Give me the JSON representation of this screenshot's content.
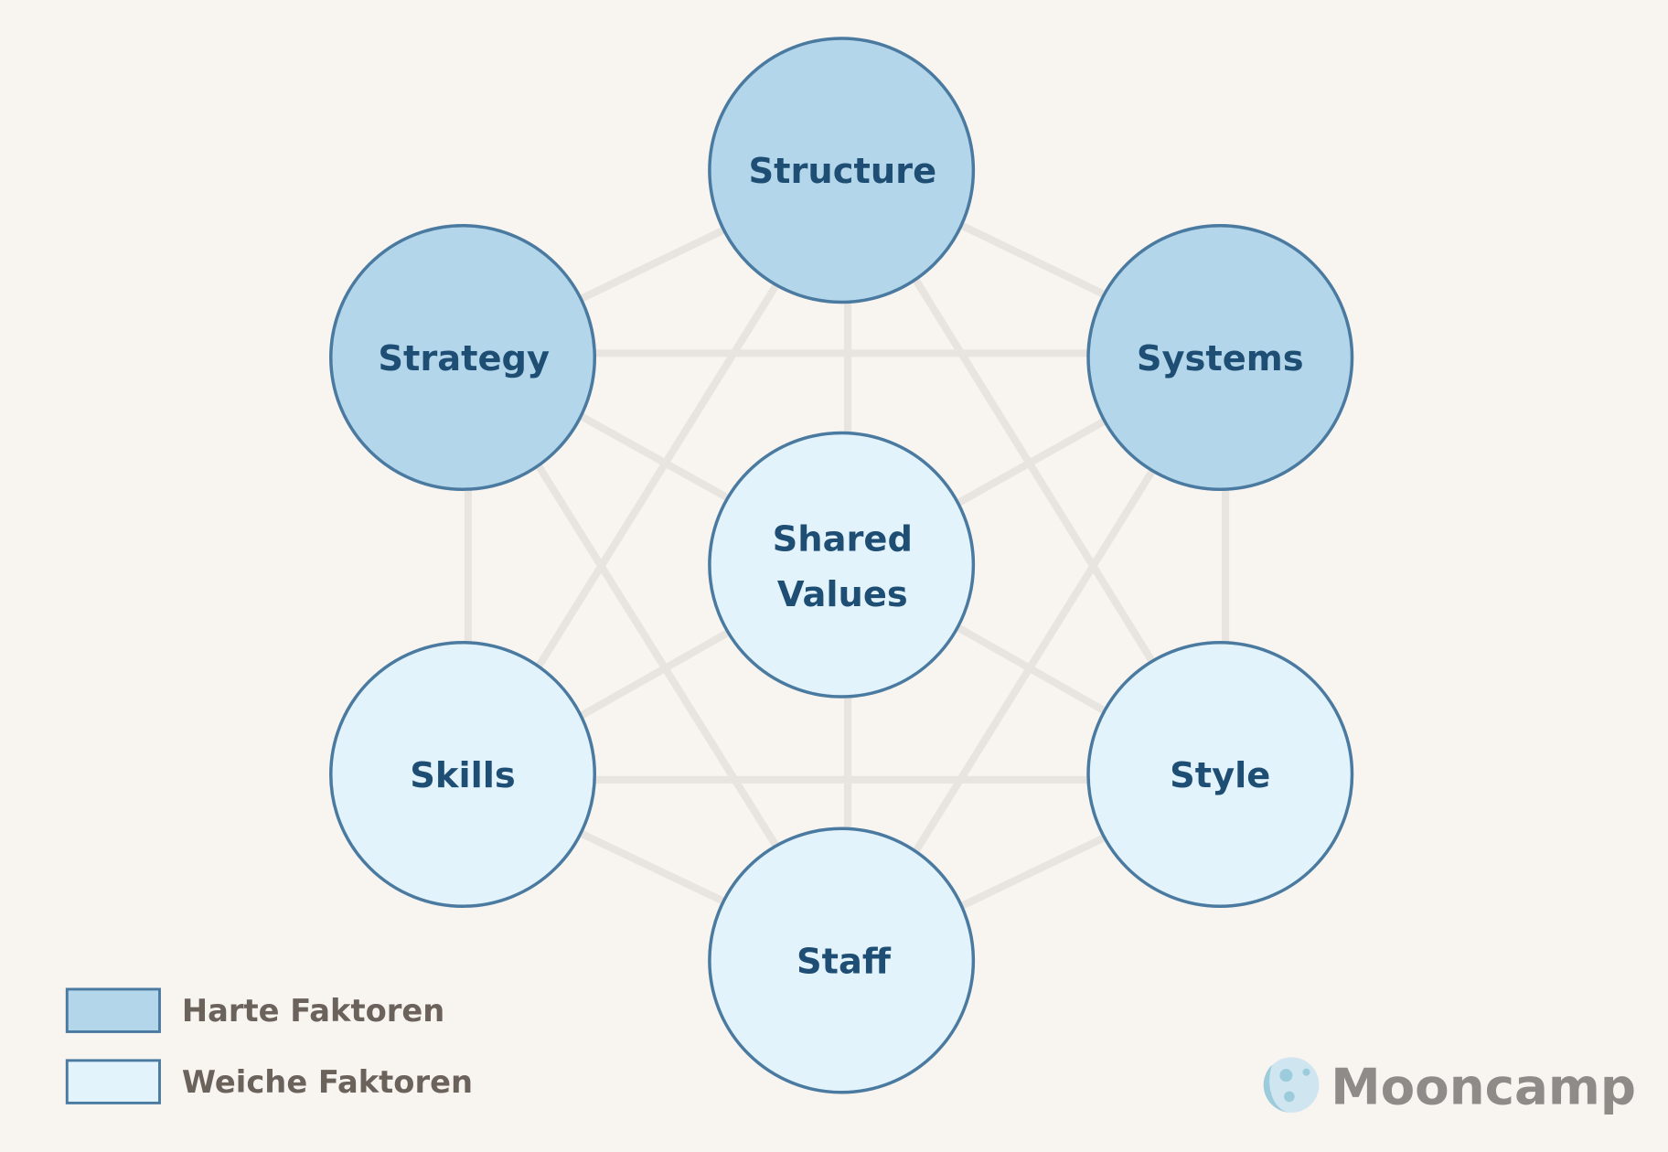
{
  "colors": {
    "background": "#f8f4f0",
    "hard": "#b3d6ea",
    "soft": "#e3f3fc",
    "stroke": "#4a7aa0",
    "text": "#1e4e74",
    "connector": "#e8e4df"
  },
  "nodes": {
    "structure": {
      "label": "Structure",
      "type": "hard"
    },
    "strategy": {
      "label": "Strategy",
      "type": "hard"
    },
    "systems": {
      "label": "Systems",
      "type": "hard"
    },
    "shared_values": {
      "line1": "Shared",
      "line2": "Values",
      "type": "soft"
    },
    "skills": {
      "label": "Skills",
      "type": "soft"
    },
    "style": {
      "label": "Style",
      "type": "soft"
    },
    "staff": {
      "label": "Staff",
      "type": "soft"
    }
  },
  "legend": {
    "hard_label": "Harte Faktoren",
    "soft_label": "Weiche Faktoren"
  },
  "logo": {
    "text": "Mooncamp",
    "icon": "moon-icon"
  }
}
